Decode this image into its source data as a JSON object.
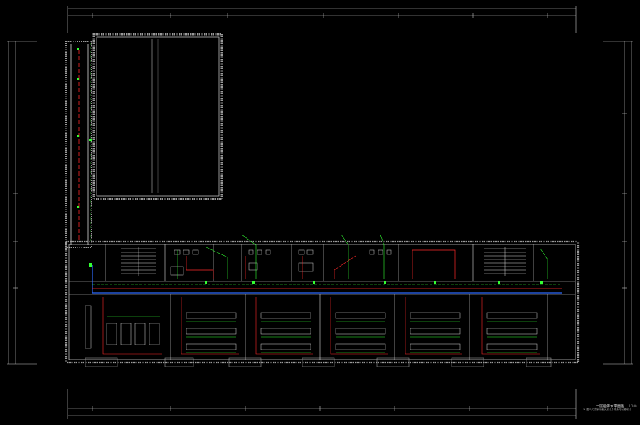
{
  "drawing": {
    "title": "一层给排水平面图",
    "scale": "1:100",
    "note": "1. 图中尺寸除标高以米计外其余均以毫米计",
    "colors": {
      "background": "#000000",
      "walls": "#d9d9d9",
      "hatch": "#9a9a9a",
      "water_supply": "#ff2a2a",
      "drainage": "#33ff33",
      "fire_main": "#2f6bff",
      "dimension": "#c8c8c8"
    }
  }
}
